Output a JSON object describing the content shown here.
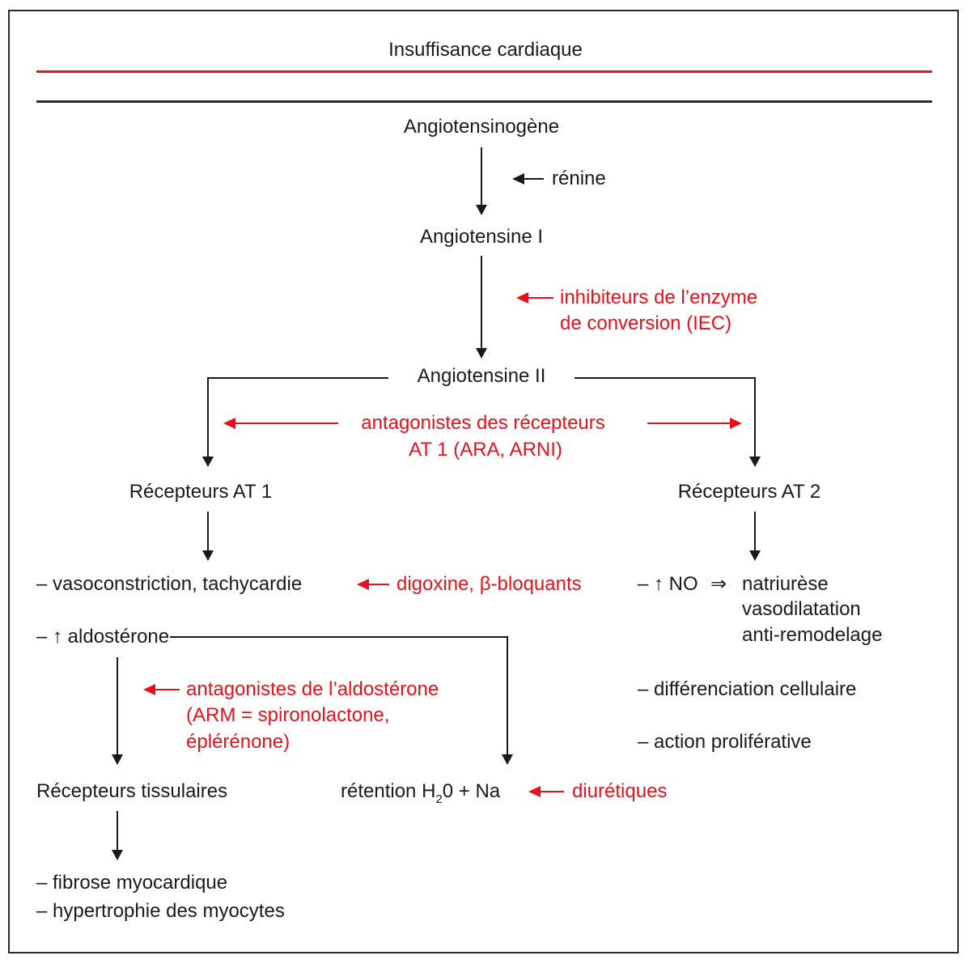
{
  "colors": {
    "accent_red": "#e8101c",
    "text_black": "#1a1a1a"
  },
  "header": {
    "title": "Insuffisance cardiaque"
  },
  "nodes": {
    "angiotensinogene": "Angiotensinogène",
    "renine": "rénine",
    "angiotensine1": "Angiotensine I",
    "iec_line1": "inhibiteurs de l’enzyme",
    "iec_line2": "de conversion (IEC)",
    "angiotensine2": "Angiotensine II",
    "antagonistes_line1": "antagonistes des récepteurs",
    "antagonistes_line2": "AT 1 (ARA, ARNI)",
    "recepteurs_at1": "Récepteurs AT 1",
    "recepteurs_at2": "Récepteurs AT 2",
    "vasoconstriction": "– vasoconstriction, tachycardie",
    "digoxine": "digoxine, β-bloquants",
    "aldosterone": "– ↑ aldostérone",
    "aldo_antagonistes_line1": "antagonistes de l’aldostérone",
    "aldo_antagonistes_line2": "(ARM = spironolactone,",
    "aldo_antagonistes_line3": "éplérénone)",
    "recepteurs_tissulaires": "Récepteurs tissulaires",
    "retention_pre": "rétention H",
    "retention_sub": "2",
    "retention_post": "0 + Na",
    "diuretiques": "diurétiques",
    "no_label": "– ↑ NO",
    "implies_symbol": "⇒",
    "natriurese": "natriurèse",
    "vasodilatation": "vasodilatation",
    "anti_remodelage": "anti-remodelage",
    "differenciation": "– différenciation cellulaire",
    "action_proliferative": "– action proliférative",
    "fibrose": "– fibrose myocardique",
    "hypertrophie": "– hypertrophie des myocytes"
  }
}
